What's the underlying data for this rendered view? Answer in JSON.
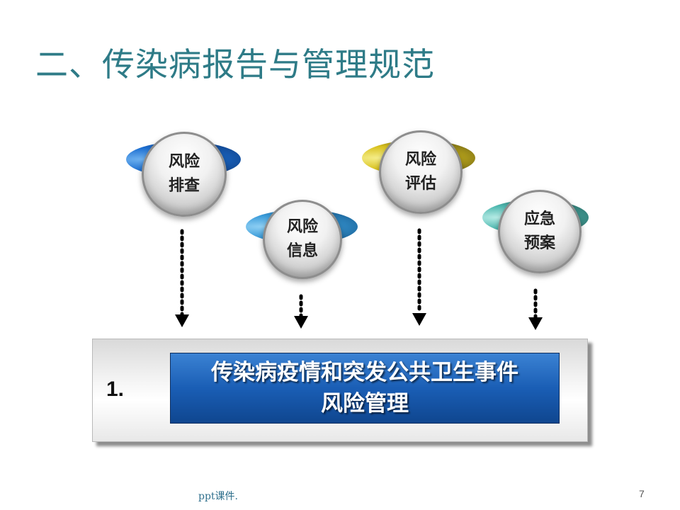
{
  "title": "二、传染病报告与管理规范",
  "nodes": [
    {
      "line1": "风险",
      "line2": "排查",
      "accent": "#1d6fd1"
    },
    {
      "line1": "风险",
      "line2": "信息",
      "accent": "#3a9bd9"
    },
    {
      "line1": "风险",
      "line2": "评估",
      "accent": "#d9c21f"
    },
    {
      "line1": "应急",
      "line2": "预案",
      "accent": "#4fb8b0"
    }
  ],
  "band": {
    "number": "1.",
    "line1": "传染病疫情和突发公共卫生事件",
    "line2": "风险管理",
    "box_color": "#1a5eb5"
  },
  "footer": {
    "text": "ppt课件.",
    "page": "7"
  }
}
